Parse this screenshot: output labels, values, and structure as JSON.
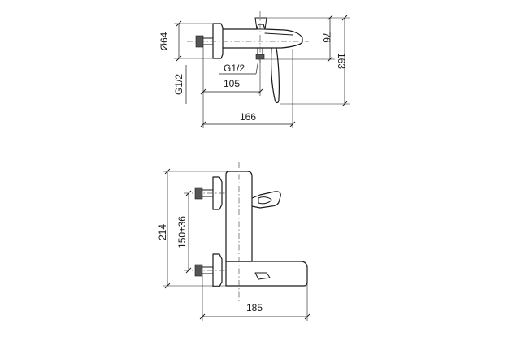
{
  "top_view": {
    "dim_diameter": "Ø64",
    "dim_thread_horizontal": "G1/2",
    "dim_105": "105",
    "dim_thread_vertical": "G1/2",
    "dim_166": "166",
    "dim_76": "76",
    "dim_163": "163"
  },
  "front_view": {
    "dim_214": "214",
    "dim_150": "150±36",
    "dim_185": "185"
  }
}
